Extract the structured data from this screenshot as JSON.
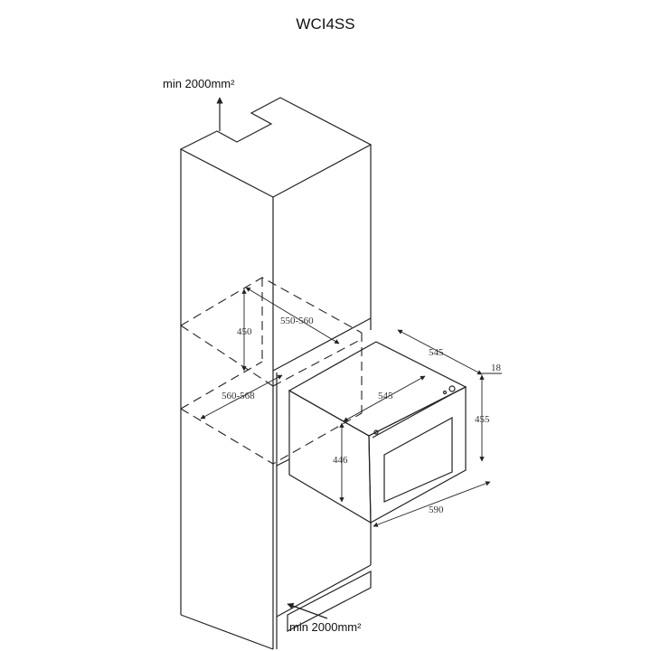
{
  "title": "WCI4SS",
  "ventilation": {
    "top_label": "min 2000mm²",
    "bottom_label": "min 2000mm²"
  },
  "niche_dimensions": {
    "height": "450",
    "depth": "550-560",
    "width": "560-568"
  },
  "appliance_dimensions": {
    "depth_top": "545",
    "depth_side": "545",
    "door_thickness": "18",
    "front_height": "455",
    "body_height": "446",
    "front_width": "590"
  }
}
